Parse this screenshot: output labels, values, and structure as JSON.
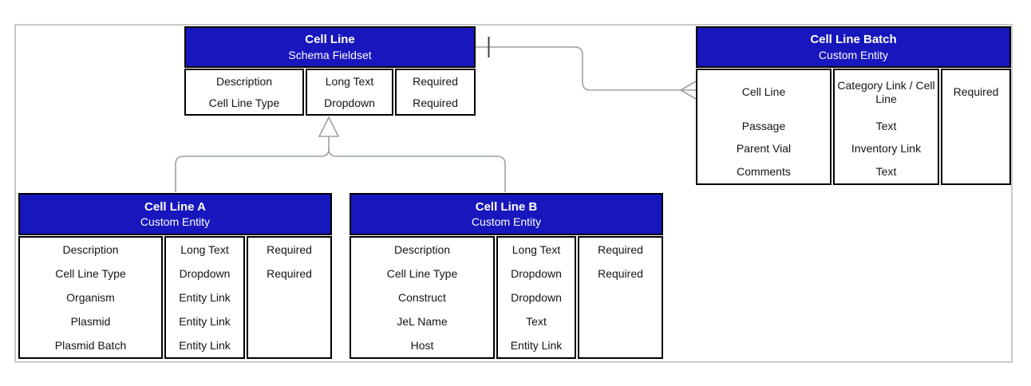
{
  "colors": {
    "header_bg": "#1717bd",
    "header_text": "#ffffff",
    "cell_border": "#000000",
    "frame_border": "#c9c9c9",
    "connector": "#9aa0a6",
    "cardinality_tick": "#3f4347"
  },
  "entities": {
    "cell_line": {
      "title": "Cell Line",
      "subtitle": "Schema Fieldset",
      "columns": [
        [
          "Description",
          "Cell Line Type"
        ],
        [
          "Long Text",
          "Dropdown"
        ],
        [
          "Required",
          "Required"
        ]
      ]
    },
    "cell_line_a": {
      "title": "Cell Line A",
      "subtitle": "Custom Entity",
      "columns": [
        [
          "Description",
          "Cell Line Type",
          "Organism",
          "Plasmid",
          "Plasmid Batch"
        ],
        [
          "Long Text",
          "Dropdown",
          "Entity Link",
          "Entity Link",
          "Entity Link"
        ],
        [
          "Required",
          "Required",
          "",
          "",
          ""
        ]
      ]
    },
    "cell_line_b": {
      "title": "Cell Line B",
      "subtitle": "Custom Entity",
      "columns": [
        [
          "Description",
          "Cell Line Type",
          "Construct",
          "JeL Name",
          "Host"
        ],
        [
          "Long Text",
          "Dropdown",
          "Dropdown",
          "Text",
          "Entity Link"
        ],
        [
          "Required",
          "Required",
          "",
          "",
          ""
        ]
      ]
    },
    "cell_line_batch": {
      "title": "Cell Line Batch",
      "subtitle": "Custom Entity",
      "columns": [
        [
          "Cell Line",
          "Passage",
          "Parent Vial",
          "Comments"
        ],
        [
          "Category Link / Cell Line",
          "Text",
          "Inventory Link",
          "Text"
        ],
        [
          "Required",
          "",
          "",
          ""
        ]
      ]
    }
  },
  "relationships": [
    {
      "from": "Cell Line",
      "to": "Cell Line Batch",
      "type": "one-to-many",
      "notation": "tick (one) to crow's foot (many)"
    },
    {
      "parent": "Cell Line",
      "children": [
        "Cell Line A",
        "Cell Line B"
      ],
      "type": "inheritance",
      "notation": "hollow triangle generalization"
    }
  ]
}
